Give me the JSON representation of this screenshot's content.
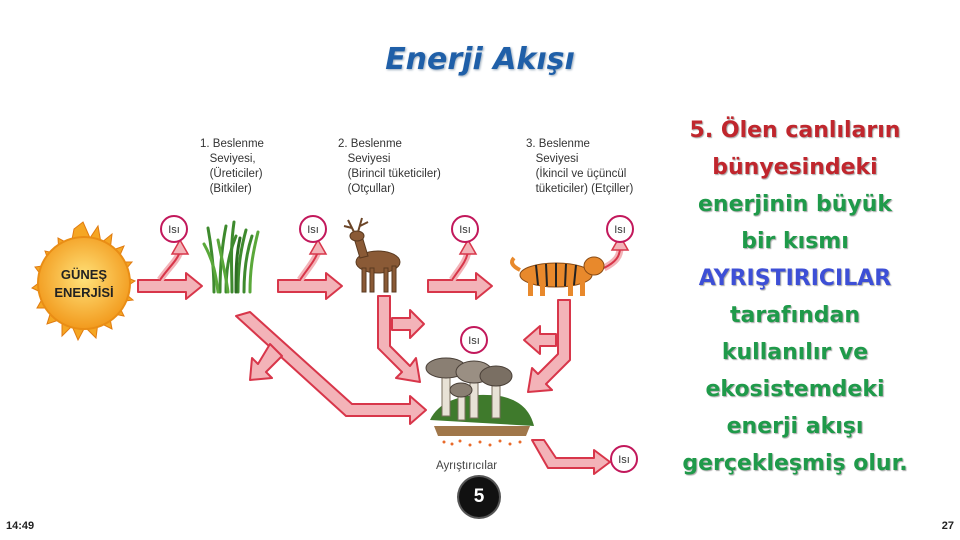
{
  "slide": {
    "title": "Enerji Akışı",
    "time": "14:49",
    "page_number": "27"
  },
  "diagram": {
    "sun_label_line1": "GÜNEŞ",
    "sun_label_line2": "ENERJİSİ",
    "heat_label": "Isı",
    "level1": "1. Beslenme\n   Seviyesi,\n   (Üreticiler)\n   (Bitkiler)",
    "level2": "2. Beslenme\n   Seviyesi\n   (Birincil tüketiciler)\n   (Otçullar)",
    "level3": "3. Beslenme\n   Seviyesi\n   (İkincil ve üçüncül\n   tüketiciler) (Etçiller)",
    "decomposers_label": "Ayrıştırıcılar",
    "step_number": "5"
  },
  "side_text": {
    "line1": "5. Ölen canlıların",
    "line2": "bünyesindeki",
    "line3": "enerjinin büyük",
    "line4": "bir kısmı",
    "line5": "AYRIŞTIRICILAR",
    "line6": "tarafından",
    "line7": "kullanılır ve",
    "line8": "ekosistemdeki",
    "line9": "enerji akışı",
    "line10": "gerçekleşmiş olur."
  },
  "colors": {
    "title": "#1f5fa8",
    "arrow_fill": "#f3b3b8",
    "arrow_stroke": "#d8364a",
    "sun": "#f5a623",
    "red_text": "#c0262d",
    "green_text": "#1f9a4a",
    "blue_text": "#3d4fd6"
  }
}
